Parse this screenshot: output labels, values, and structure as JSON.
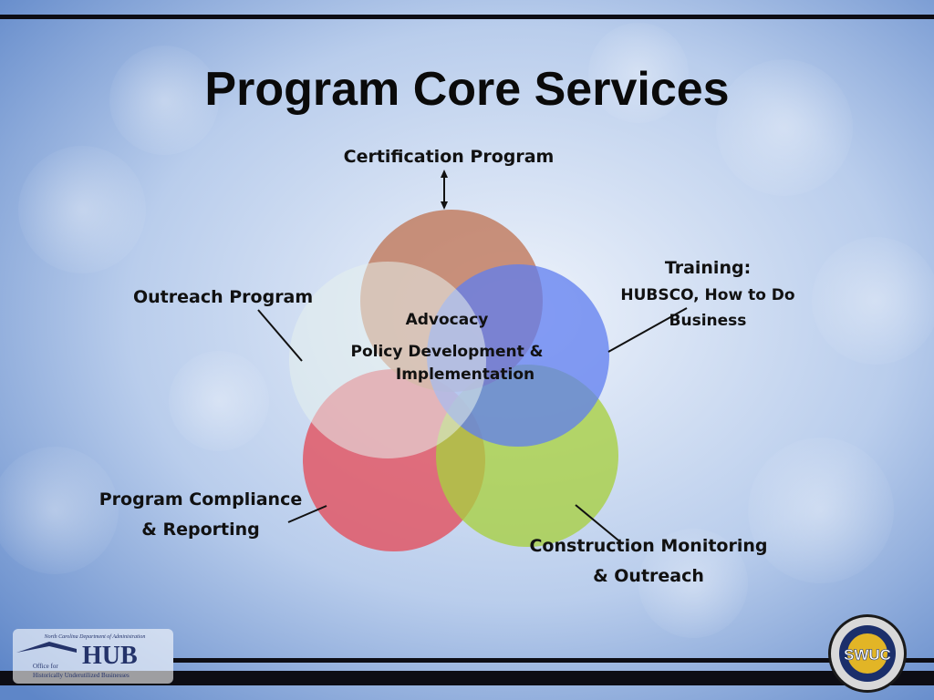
{
  "title": "Program Core Services",
  "center": {
    "line1": "Advocacy",
    "line2": "Policy Development &",
    "line3": "Implementation"
  },
  "labels": {
    "certification": "Certification Program",
    "training_head": "Training:",
    "training_line1": "HUBSCO, How to Do",
    "training_line2": "Business",
    "outreach": "Outreach Program",
    "compliance_line1": "Program Compliance",
    "compliance_line2": "& Reporting",
    "construction_line1": "Construction Monitoring",
    "construction_line2": "& Outreach"
  },
  "logos": {
    "hub_top": "North Carolina Department of Administration",
    "hub_office1": "Office for",
    "hub_office2": "Historically Underutilized Businesses",
    "hub_mark": "HUB",
    "swuc_mark": "SWUC"
  },
  "colors": {
    "circle_top": "#c0785a",
    "circle_right": "#5f7ef0",
    "circle_green": "#a8d040",
    "circle_red": "#e2505e",
    "circle_pale": "#e6f0ec"
  }
}
